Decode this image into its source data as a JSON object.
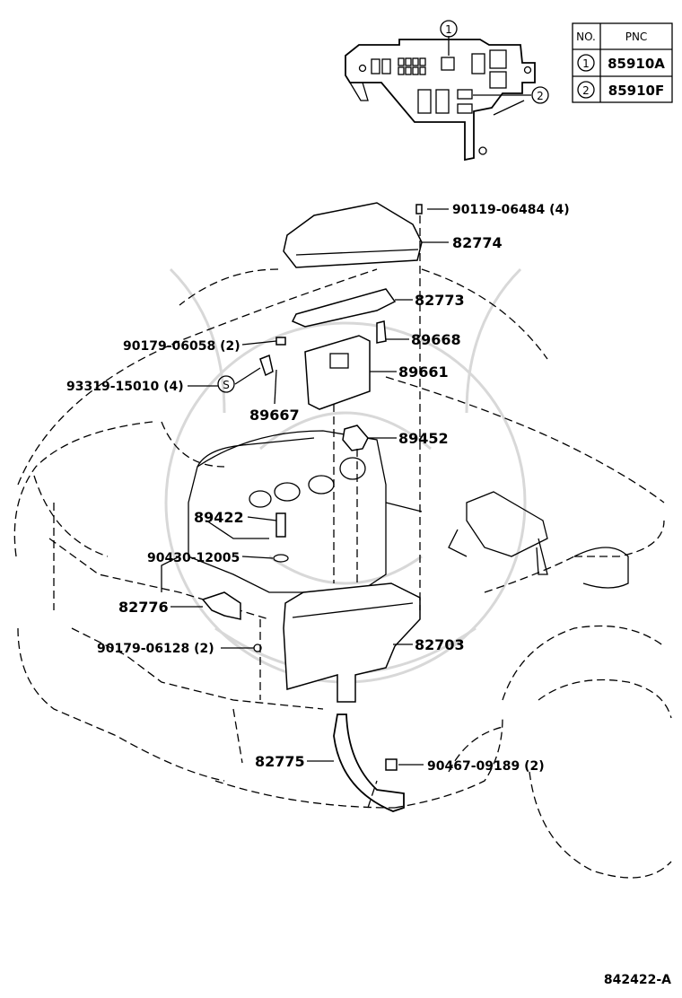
{
  "table": {
    "headers": {
      "no": "NO.",
      "pnc": "PNC"
    },
    "rows": [
      {
        "no": "1",
        "pnc": "85910A"
      },
      {
        "no": "2",
        "pnc": "85910F"
      }
    ]
  },
  "callouts": {
    "c1": "1",
    "c2": "2"
  },
  "labels": {
    "p90119": "90119-06484 (4)",
    "p82774": "82774",
    "p82773": "82773",
    "p89668": "89668",
    "p90179a": "90179-06058 (2)",
    "p89661": "89661",
    "p93319": "93319-15010 (4)",
    "s_mark": "S",
    "p89667": "89667",
    "p89452": "89452",
    "p89422": "89422",
    "p90430": "90430-12005",
    "p82776": "82776",
    "p82703": "82703",
    "p90179b": "90179-06128 (2)",
    "p82775": "82775",
    "p90467": "90467-09189 (2)"
  },
  "figure_id": "842422-A"
}
